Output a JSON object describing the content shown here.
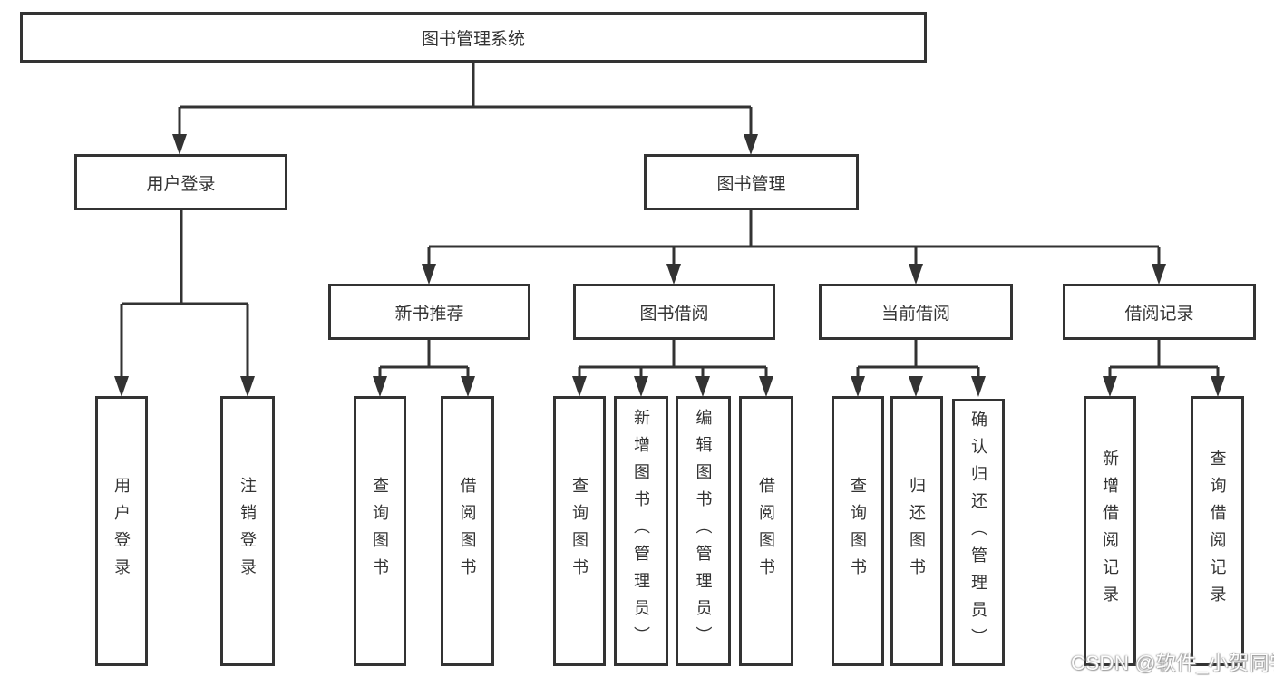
{
  "diagram": {
    "type": "hierarchy-tree",
    "root": {
      "label": "图书管理系统"
    },
    "children": [
      {
        "label": "用户登录",
        "children": [
          {
            "label": "用户登录"
          },
          {
            "label": "注销登录"
          }
        ]
      },
      {
        "label": "图书管理",
        "children": [
          {
            "label": "新书推荐",
            "children": [
              {
                "label": "查询图书"
              },
              {
                "label": "借阅图书"
              }
            ]
          },
          {
            "label": "图书借阅",
            "children": [
              {
                "label": "查询图书"
              },
              {
                "label": "新增图书（管理员）"
              },
              {
                "label": "编辑图书（管理员）"
              },
              {
                "label": "借阅图书"
              }
            ]
          },
          {
            "label": "当前借阅",
            "children": [
              {
                "label": "查询图书"
              },
              {
                "label": "归还图书"
              },
              {
                "label": "确认归还（管理员）"
              }
            ]
          },
          {
            "label": "借阅记录",
            "children": [
              {
                "label": "新增借阅记录"
              },
              {
                "label": "查询借阅记录"
              }
            ]
          }
        ]
      }
    ]
  },
  "watermark": {
    "text": "CSDN @软件_小贺同学"
  },
  "colors": {
    "line": "#333333",
    "text": "#333333",
    "background": "#ffffff"
  }
}
